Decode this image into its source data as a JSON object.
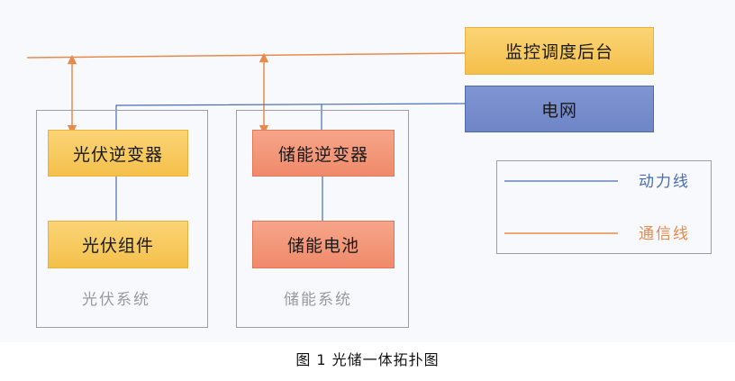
{
  "nodes": {
    "monitor": "监控调度后台",
    "grid": "电网",
    "pv_inverter": "光伏逆变器",
    "pv_module": "光伏组件",
    "storage_inverter": "储能逆变器",
    "storage_battery": "储能电池"
  },
  "groups": {
    "pv_system": "光伏系统",
    "storage_system": "储能系统"
  },
  "legend": {
    "power_line": "动力线",
    "comm_line": "通信线"
  },
  "caption": "图 1  光储一体拓扑图",
  "colors": {
    "power_line": "#4a6cb3",
    "comm_line": "#e98a4d"
  }
}
